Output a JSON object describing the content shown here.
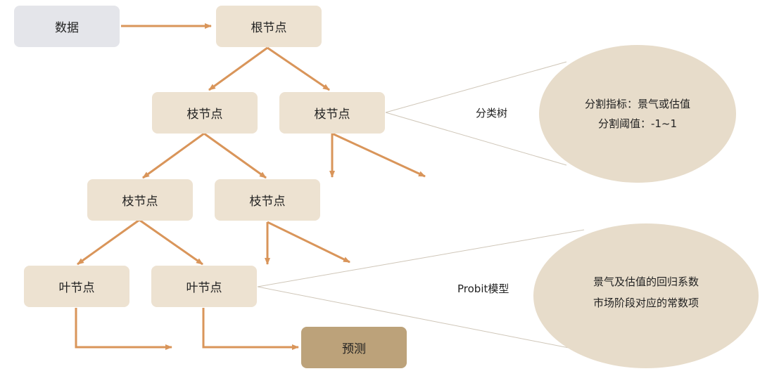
{
  "nodes": {
    "data": "数据",
    "root": "根节点",
    "branch_1": "枝节点",
    "branch_2": "枝节点",
    "branch_3": "枝节点",
    "branch_4": "枝节点",
    "leaf_1": "叶节点",
    "leaf_2": "叶节点",
    "predict": "预测"
  },
  "labels": {
    "classification_tree": "分类树",
    "probit_model": "Probit模型"
  },
  "tree_info": {
    "line_1": "分割指标：景气或估值",
    "line_2": "分割阈值：-1~1"
  },
  "probit_info": {
    "line_1": "景气及估值的回归系数",
    "line_2": "市场阶段对应的常数项"
  },
  "colors": {
    "arrow": "#d9955a",
    "node_fill": "#ede2d1",
    "data_fill": "#e4e5ea",
    "predict_fill": "#bca27a",
    "ellipse_fill": "#e7dcca",
    "guide_line": "#cfc6b8"
  }
}
